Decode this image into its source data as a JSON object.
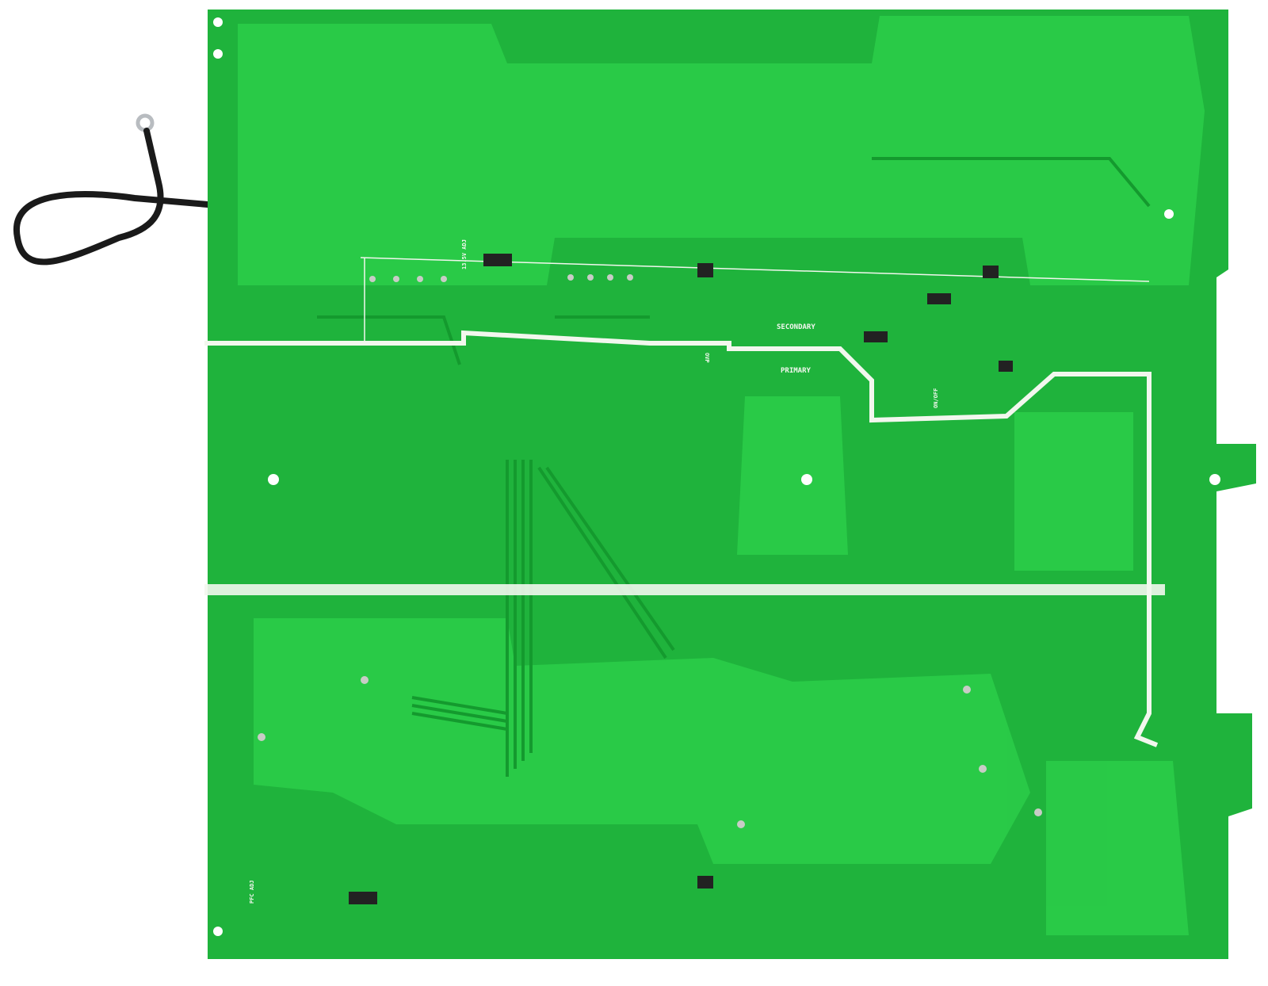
{
  "photo": {
    "subject": "pcb",
    "colors": {
      "board": "#1fb33c",
      "board_dark": "#149a2e",
      "copper_pour": "#2ccf4a",
      "silkscreen": "#f2f7ee",
      "pad": "#c8ccc6",
      "wire": "#1a1a1a",
      "background": "#ffffff"
    },
    "labels": {
      "secondary": "SECONDARY",
      "primary": "PRIMARY",
      "adj_1": "13.5V ADJ",
      "adj_2": "PFC ADJ",
      "ovp": "OVP",
      "on_off": "ON/OFF"
    }
  }
}
